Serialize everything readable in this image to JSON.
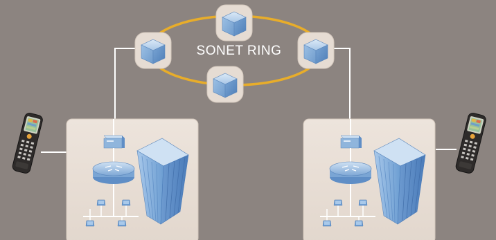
{
  "diagram": {
    "ring_label": "SONET RING",
    "colors": {
      "background": "#8c8480",
      "ring": "#e8ad2a",
      "node_tile": "#e6dcd3",
      "site_panel": "#e9dfd6",
      "equipment_blue": "#8fb5dc",
      "link": "#ffffff"
    },
    "ring_nodes": [
      "top",
      "left",
      "right",
      "bottom"
    ],
    "sites": [
      "left-site",
      "right-site"
    ]
  }
}
